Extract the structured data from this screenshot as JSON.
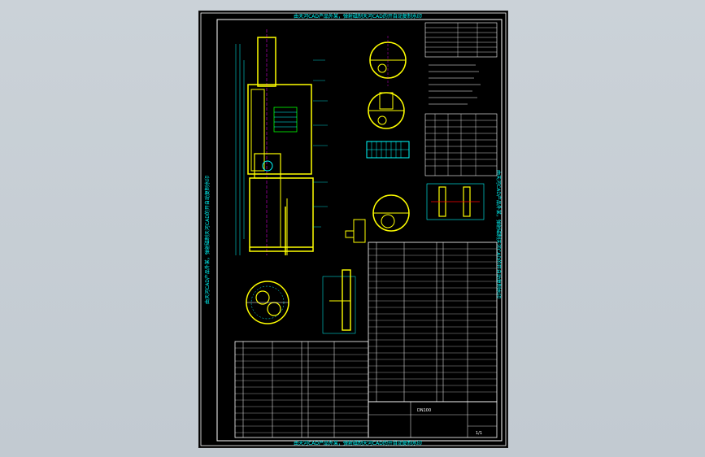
{
  "drawing": {
    "title_top": "由天河CAD产品外某，弹射磁制天河CAD的开自动复制水印",
    "title_bottom": "由天河CAD产品外某，弹射磁制天河CAD的开自动复制水印",
    "side_left": "由天河CAD产品外某，弹射磁制天河CAD的开自动复制水印",
    "side_right": "由天河CAD产品外某，弹射磁制天河CAD的开自动复制水印",
    "drawing_no": "DN100",
    "sheet_no": "1/1"
  },
  "colors": {
    "background": "#c6ced5",
    "sheet": "#000000",
    "yellow": "#ffff00",
    "cyan": "#00ffff",
    "white": "#ffffff",
    "green": "#00ff00",
    "magenta": "#ff00ff"
  }
}
